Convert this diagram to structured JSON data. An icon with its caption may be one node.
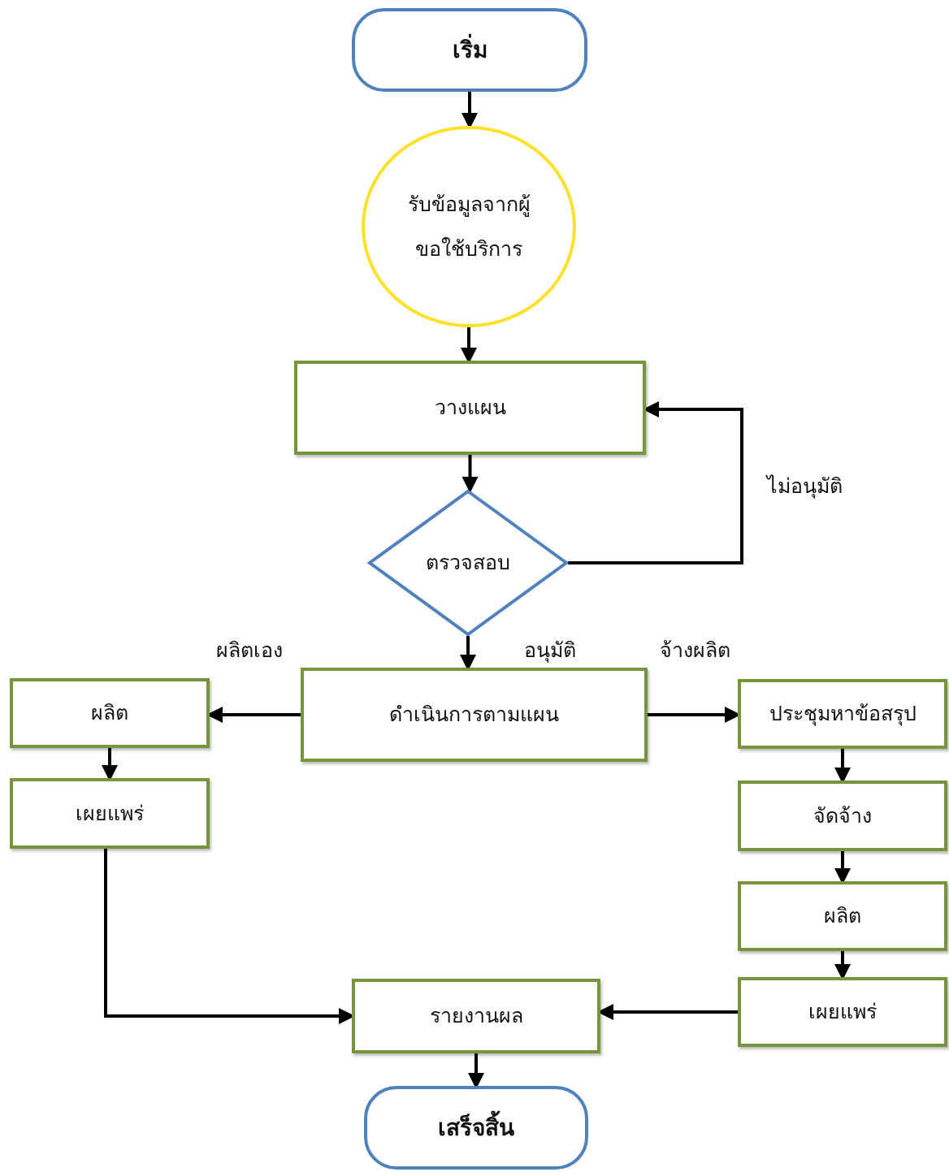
{
  "diagram": {
    "nodes": [
      {
        "text": [
          "เริ่ม"
        ]
      },
      {
        "text": [
          "รับข้อมูลจากผู้ขอใช้บริการ"
        ]
      },
      {
        "text": [
          "วางแผน"
        ]
      },
      {
        "text": [
          "ตรวจสอบ"
        ]
      },
      {
        "text": [
          "ดำเนินการตามแผน"
        ]
      },
      {
        "text": [
          "ผลิต"
        ]
      },
      {
        "text": [
          "เผยแพร่"
        ]
      },
      {
        "text": [
          "ประชุมหาข้อสรุป"
        ]
      },
      {
        "text": [
          "จัดจ้าง"
        ]
      },
      {
        "text": [
          "ผลิต"
        ]
      },
      {
        "text": [
          "เผยแพร่"
        ]
      },
      {
        "text": [
          "รายงานผล"
        ]
      },
      {
        "text": [
          "เสร็จสิ้น"
        ]
      }
    ],
    "edges": [
      {
        "from": 0,
        "to": 1,
        "arrow": "to"
      },
      {
        "from": 1,
        "to": 2,
        "arrow": "to"
      },
      {
        "from": 2,
        "to": 3,
        "arrow": "to"
      },
      {
        "from": 3,
        "to": 2,
        "arrow": "to",
        "label": "ไม่อนุมัติ"
      },
      {
        "from": 3,
        "to": 4,
        "arrow": "to",
        "label": "อนุมัติ"
      },
      {
        "from": 4,
        "to": 5,
        "arrow": "to",
        "label": "ผลิตเอง"
      },
      {
        "from": 4,
        "to": 7,
        "arrow": "to",
        "label": "จ้างผลิต"
      },
      {
        "from": 5,
        "to": 6,
        "arrow": "to"
      },
      {
        "from": 6,
        "to": 11,
        "arrow": "to"
      },
      {
        "from": 7,
        "to": 8,
        "arrow": "to"
      },
      {
        "from": 8,
        "to": 9,
        "arrow": "to"
      },
      {
        "from": 9,
        "to": 10,
        "arrow": "to"
      },
      {
        "from": 10,
        "to": 11,
        "arrow": "to"
      },
      {
        "from": 11,
        "to": 12,
        "arrow": "to"
      }
    ]
  }
}
